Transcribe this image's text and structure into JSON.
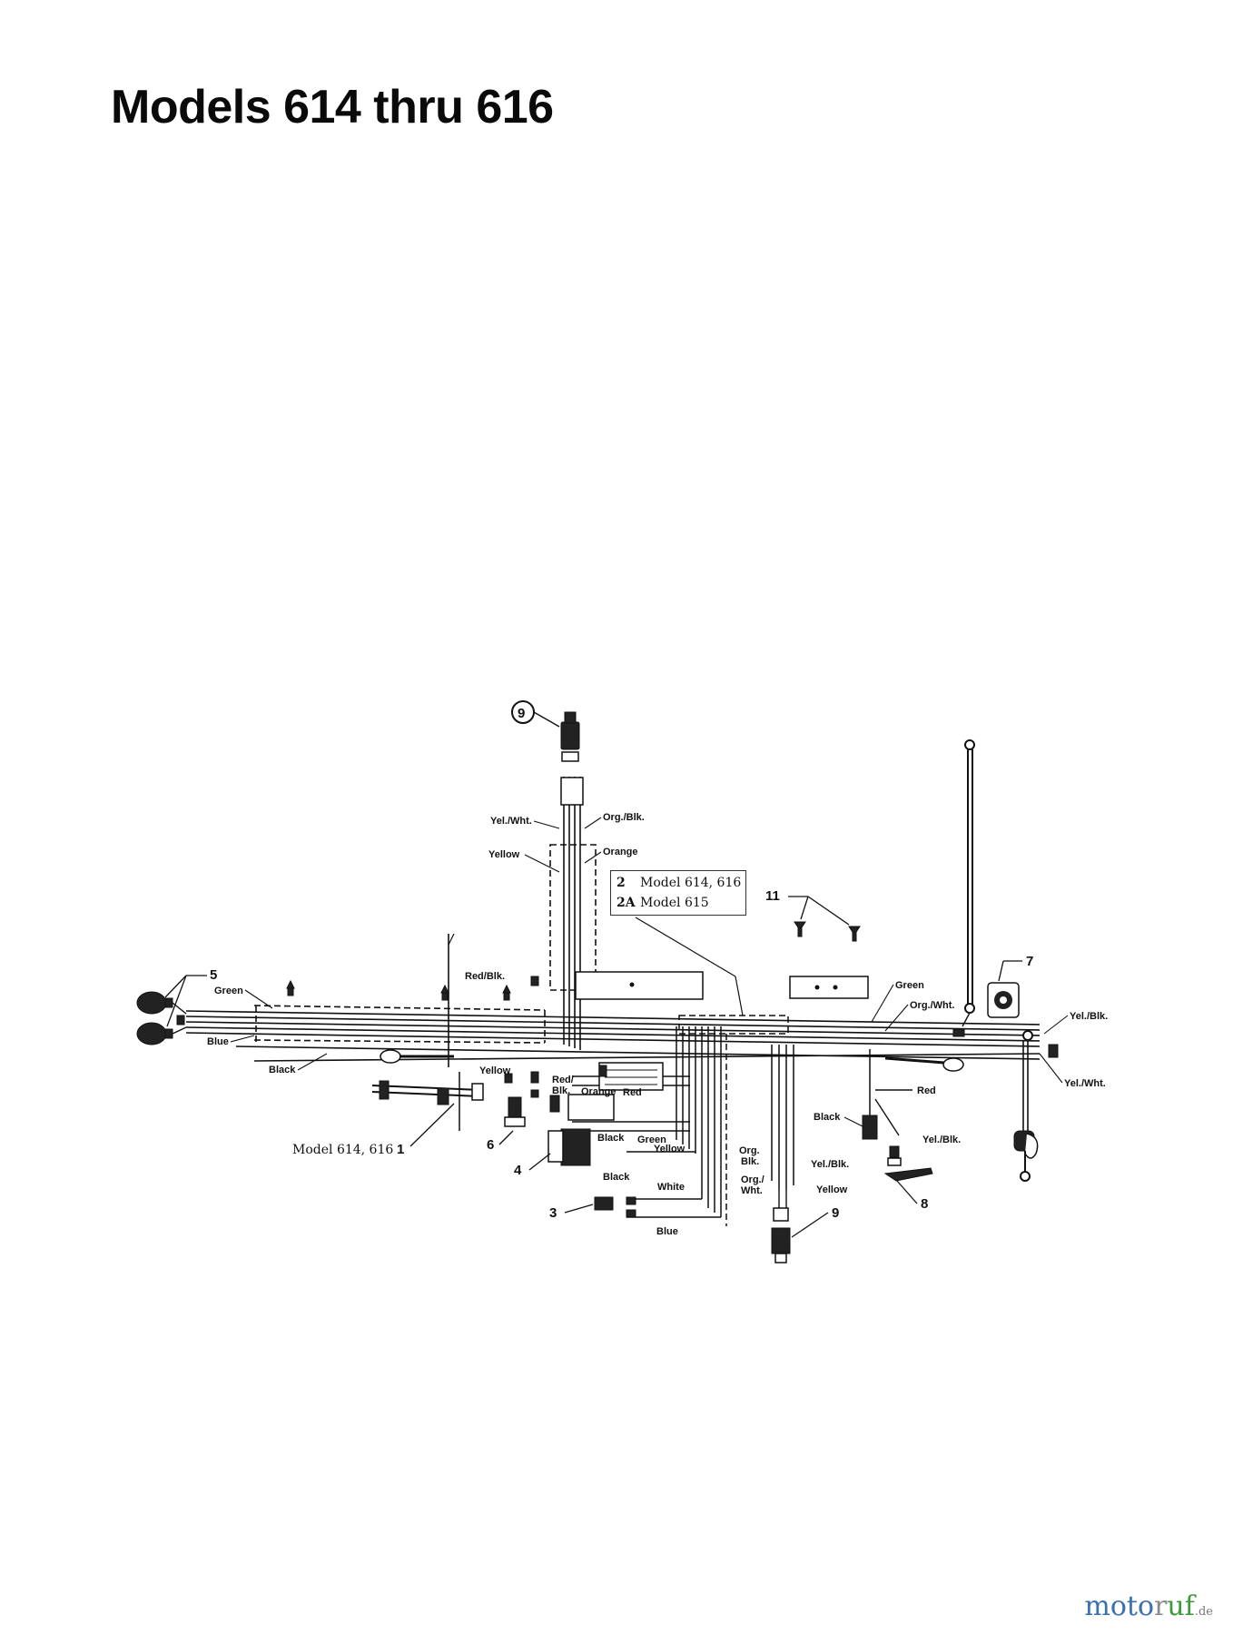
{
  "title": "Models 614 thru 616",
  "legend": [
    {
      "ref": "2",
      "text": "Model 614, 616"
    },
    {
      "ref": "2A",
      "text": "Model 615"
    }
  ],
  "wire_labels": {
    "yel_wht_top": "Yel./Wht.",
    "org_blk_top": "Org./Blk.",
    "yellow_top": "Yellow",
    "orange_top": "Orange",
    "green_left": "Green",
    "blue_left": "Blue",
    "black_left": "Black",
    "red_blk": "Red/Blk.",
    "yellow_mid": "Yellow",
    "red_blk_mid": "Red/",
    "blk_mid": "Blk.",
    "orange_mid": "Orange",
    "red_mid": "Red",
    "black_mid": "Black",
    "green_mid": "Green",
    "yellow_mid2": "Yellow",
    "black_low": "Black",
    "white_low": "White",
    "blue_low": "Blue",
    "org_blk_low1": "Org.",
    "org_blk_low2": "Blk.",
    "org_wht_low1": "Org./",
    "org_wht_low2": "Wht.",
    "yel_blk_low": "Yel./Blk.",
    "yellow_low": "Yellow",
    "green_right": "Green",
    "org_wht_right": "Org./Wht.",
    "yel_blk_right": "Yel./Blk.",
    "yel_wht_right": "Yel./Wht.",
    "black_right": "Black",
    "red_right": "Red",
    "yel_blk_right2": "Yel./Blk."
  },
  "callouts": {
    "n1_prefix": "Model 614, 616",
    "n1": "1",
    "n3": "3",
    "n4": "4",
    "n5": "5",
    "n6": "6",
    "n7": "7",
    "n8": "8",
    "n9_top": "9",
    "n9_bottom": "9",
    "n11": "11"
  },
  "watermark": {
    "a": "moto",
    "b": "r",
    "c": "uf",
    "d": ".de"
  }
}
